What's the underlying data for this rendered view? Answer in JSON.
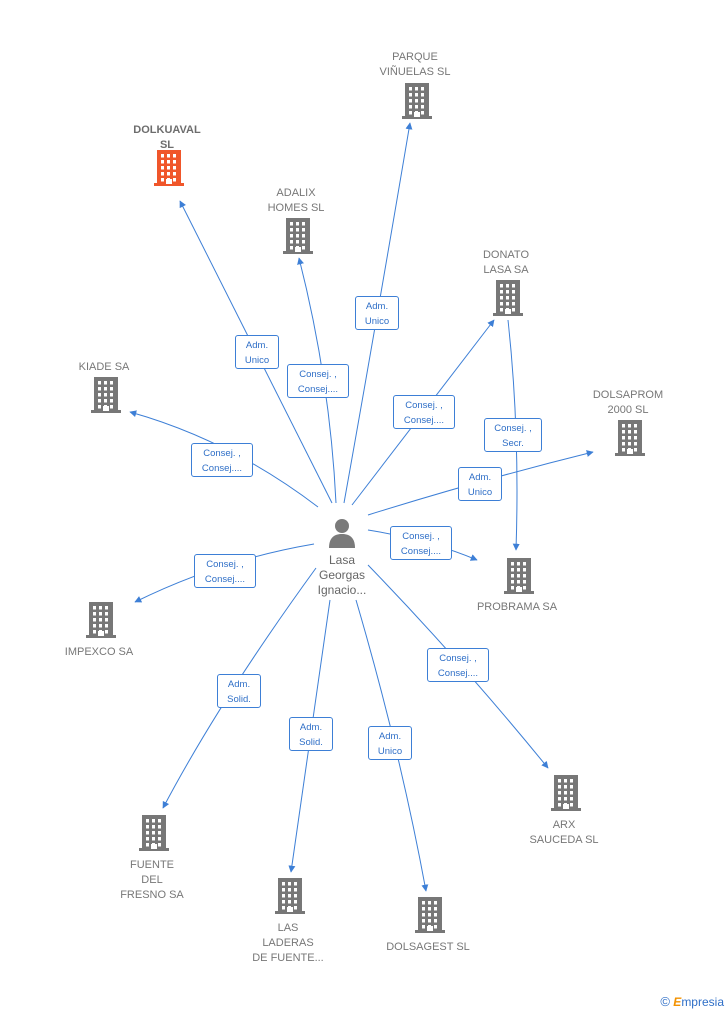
{
  "colors": {
    "edge": "#3d7fd6",
    "building": "#777777",
    "highlight": "#f0562a",
    "person": "#7a7a7a"
  },
  "center": {
    "name_lines": [
      "Lasa",
      "Georgas",
      "Ignacio..."
    ],
    "icon": "person-icon"
  },
  "companies": [
    {
      "id": "dolkuaval",
      "lines": [
        "DOLKUAVAL",
        "SL"
      ],
      "highlight": true
    },
    {
      "id": "parque",
      "lines": [
        "PARQUE",
        "VIÑUELAS  SL"
      ]
    },
    {
      "id": "adalix",
      "lines": [
        "ADALIX",
        "HOMES  SL"
      ]
    },
    {
      "id": "donato",
      "lines": [
        "DONATO",
        "LASA SA"
      ]
    },
    {
      "id": "kiade",
      "lines": [
        "KIADE SA"
      ]
    },
    {
      "id": "dolsaprom",
      "lines": [
        "DOLSAPROM",
        "2000 SL"
      ]
    },
    {
      "id": "probrama",
      "lines": [
        "PROBRAMA SA"
      ]
    },
    {
      "id": "impexco",
      "lines": [
        "IMPEXCO SA"
      ]
    },
    {
      "id": "fuente",
      "lines": [
        "FUENTE",
        "DEL",
        "FRESNO SA"
      ]
    },
    {
      "id": "laderas",
      "lines": [
        "LAS",
        "LADERAS",
        "DE FUENTE..."
      ]
    },
    {
      "id": "dolsagest",
      "lines": [
        "DOLSAGEST SL"
      ]
    },
    {
      "id": "arx",
      "lines": [
        "ARX",
        "SAUCEDA  SL"
      ]
    }
  ],
  "relations": [
    {
      "target": "dolkuaval",
      "lines": [
        "Adm.",
        "Unico"
      ]
    },
    {
      "target": "adalix",
      "lines": [
        "Consej. ,",
        "Consej...."
      ]
    },
    {
      "target": "parque",
      "lines": [
        "Adm.",
        "Unico"
      ]
    },
    {
      "target": "donato",
      "lines": [
        "Consej. ,",
        "Consej...."
      ]
    },
    {
      "target": "probrama",
      "from": "donato",
      "lines": [
        "Consej. ,",
        "Secr."
      ]
    },
    {
      "target": "kiade",
      "lines": [
        "Consej. ,",
        "Consej...."
      ]
    },
    {
      "target": "dolsaprom",
      "lines": [
        "Adm.",
        "Unico"
      ]
    },
    {
      "target": "probrama",
      "lines": [
        "Consej. ,",
        "Consej...."
      ]
    },
    {
      "target": "impexco",
      "lines": [
        "Consej. ,",
        "Consej...."
      ]
    },
    {
      "target": "fuente",
      "lines": [
        "Adm.",
        "Solid."
      ]
    },
    {
      "target": "laderas",
      "lines": [
        "Adm.",
        "Solid."
      ]
    },
    {
      "target": "dolsagest",
      "lines": [
        "Adm.",
        "Unico"
      ]
    },
    {
      "target": "arx",
      "lines": [
        "Consej. ,",
        "Consej...."
      ]
    }
  ],
  "brand": {
    "copyright": "©",
    "first_letter": "E",
    "rest": "mpresia"
  }
}
